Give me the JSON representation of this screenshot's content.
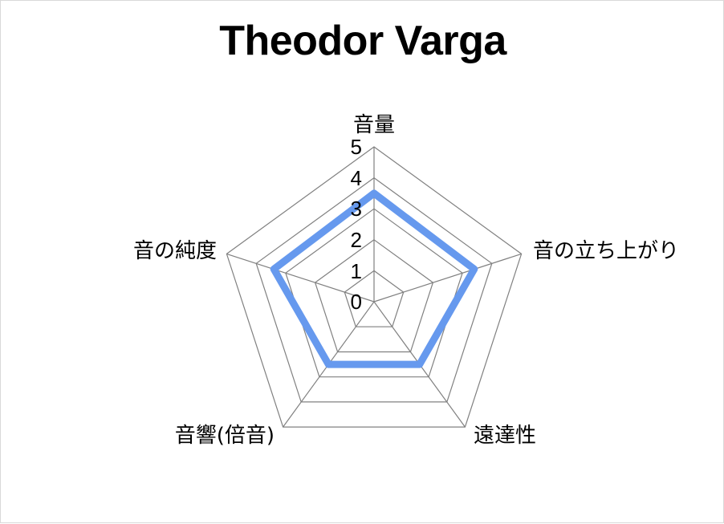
{
  "chart_data": {
    "type": "radar",
    "title": "Theodor Varga",
    "categories": [
      "音量",
      "音の立ち上がり",
      "遠達性",
      "音響(倍音)",
      "音の純度"
    ],
    "series": [
      {
        "name": "Theodor Varga",
        "color": "#6699ee",
        "values": [
          3.5,
          3.4,
          2.5,
          2.5,
          3.4
        ]
      }
    ],
    "tick_labels": [
      "0",
      "1",
      "2",
      "3",
      "4",
      "5"
    ],
    "rmin": 0,
    "rmax": 5,
    "rings": 5,
    "grid": true,
    "legend": "none",
    "xlabel": "",
    "ylabel": ""
  },
  "labels": {
    "top": "音量",
    "right": "音の立ち上がり",
    "bottom_right": "遠達性",
    "bottom_left": "音響(倍音)",
    "left": "音の純度"
  },
  "ticks": {
    "t0": "0",
    "t1": "1",
    "t2": "2",
    "t3": "3",
    "t4": "4",
    "t5": "5"
  },
  "colors": {
    "series": "#6699ee",
    "grid": "#808080",
    "text": "#000000",
    "background": "#ffffff",
    "frame": "#d9d9d9"
  }
}
